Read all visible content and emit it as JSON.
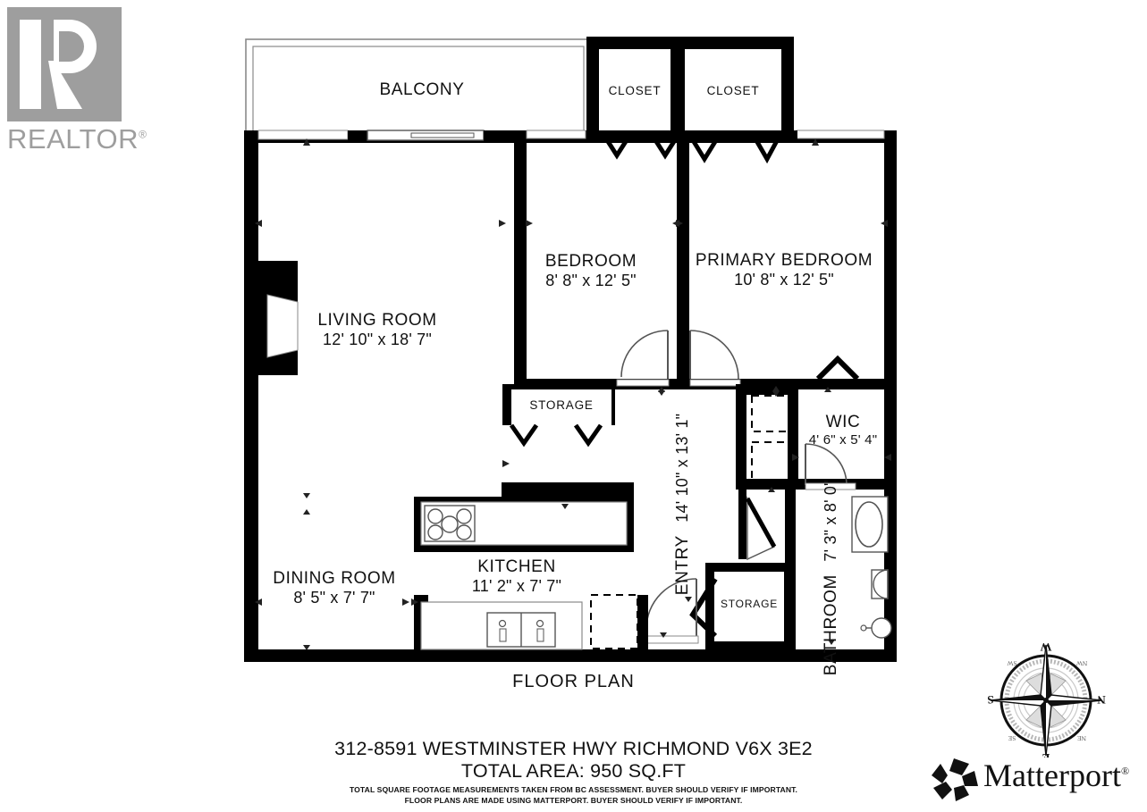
{
  "document": {
    "type": "floor-plan",
    "caption": "FLOOR PLAN",
    "address": "312-8591 WESTMINSTER HWY RICHMOND V6X 3E2",
    "total_area": "TOTAL AREA: 950 SQ.FT",
    "disclaimer_line1": "TOTAL SQUARE FOOTAGE MEASUREMENTS TAKEN FROM BC ASSESSMENT. BUYER SHOULD VERIFY IF IMPORTANT.",
    "disclaimer_line2": "FLOOR PLANS ARE MADE USING MATTERPORT. BUYER SHOULD VERIFY IF IMPORTANT."
  },
  "branding": {
    "realtor": {
      "word": "REALTOR",
      "registered": "®",
      "mark_color": "#9e9e9e"
    },
    "matterport": {
      "word": "Matterport",
      "registered": "®"
    }
  },
  "compass": {
    "label_top": "W",
    "label_right": "N",
    "label_bottom": "E",
    "label_left": "S",
    "label_tr": "NW",
    "label_tl": "SW",
    "label_br": "NE",
    "label_bl": "SE"
  },
  "rooms": [
    {
      "id": "balcony",
      "name": "BALCONY",
      "dim": ""
    },
    {
      "id": "closet-1",
      "name": "CLOSET",
      "dim": ""
    },
    {
      "id": "closet-2",
      "name": "CLOSET",
      "dim": ""
    },
    {
      "id": "living-room",
      "name": "LIVING ROOM",
      "dim": "12' 10\" x 18' 7\""
    },
    {
      "id": "bedroom",
      "name": "BEDROOM",
      "dim": "8' 8\" x 12' 5\""
    },
    {
      "id": "primary-bedroom",
      "name": "PRIMARY BEDROOM",
      "dim": "10' 8\" x 12' 5\""
    },
    {
      "id": "storage-1",
      "name": "STORAGE",
      "dim": ""
    },
    {
      "id": "wic",
      "name": "WIC",
      "dim": "4' 6\" x 5' 4\""
    },
    {
      "id": "entry",
      "name": "ENTRY",
      "dim": "14' 10\" x 13' 1\""
    },
    {
      "id": "bathroom",
      "name": "BATHROOM",
      "dim": "7' 3\" x 8' 0\""
    },
    {
      "id": "kitchen",
      "name": "KITCHEN",
      "dim": "11' 2\" x 7' 7\""
    },
    {
      "id": "dining-room",
      "name": "DINING ROOM",
      "dim": "8' 5\" x 7' 7\""
    },
    {
      "id": "storage-2",
      "name": "STORAGE",
      "dim": ""
    }
  ],
  "colors": {
    "wall": "#000000",
    "background": "#ffffff",
    "text": "#111111",
    "thin_line": "#6b6b6b",
    "logo_gray": "#9e9e9e"
  },
  "fixtures": [
    {
      "name": "stove",
      "room": "kitchen",
      "burners": 5
    },
    {
      "name": "double-sink",
      "room": "kitchen"
    },
    {
      "name": "refrigerator-dashed",
      "room": "kitchen"
    },
    {
      "name": "bathtub",
      "room": "bathroom"
    },
    {
      "name": "toilet",
      "room": "bathroom"
    },
    {
      "name": "sink",
      "room": "bathroom"
    },
    {
      "name": "fireplace",
      "room": "living-room"
    },
    {
      "name": "washer-dashed",
      "room": "entry"
    },
    {
      "name": "dryer-dashed",
      "room": "entry"
    }
  ]
}
